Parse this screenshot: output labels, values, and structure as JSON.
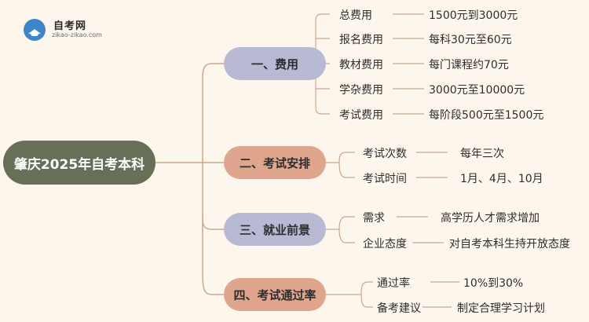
{
  "logo": {
    "name": "自考网",
    "url": "zikao-zikao.com"
  },
  "root": {
    "label": "肇庆2025年自考本科"
  },
  "categories": [
    {
      "label": "一、费用",
      "items": [
        {
          "label": "总费用",
          "value": "1500元到3000元"
        },
        {
          "label": "报名费用",
          "value": "每科30元至60元"
        },
        {
          "label": "教材费用",
          "value": "每门课程约70元"
        },
        {
          "label": "学杂费用",
          "value": "3000元至10000元"
        },
        {
          "label": "考试费用",
          "value": "每阶段500元至1500元"
        }
      ]
    },
    {
      "label": "二、考试安排",
      "items": [
        {
          "label": "考试次数",
          "value": "每年三次"
        },
        {
          "label": "考试时间",
          "value": "1月、4月、10月"
        }
      ]
    },
    {
      "label": "三、就业前景",
      "items": [
        {
          "label": "需求",
          "value": "高学历人才需求增加"
        },
        {
          "label": "企业态度",
          "value": "对自考本科生持开放态度"
        }
      ]
    },
    {
      "label": "四、考试通过率",
      "items": [
        {
          "label": "通过率",
          "value": "10%到30%"
        },
        {
          "label": "备考建议",
          "value": "制定合理学习计划"
        }
      ]
    }
  ],
  "colors": {
    "root": "#676f58",
    "purple": "#b8b9d3",
    "orange": "#dfa58d",
    "line": "#c9a88e",
    "background": "#fdf6ec"
  }
}
